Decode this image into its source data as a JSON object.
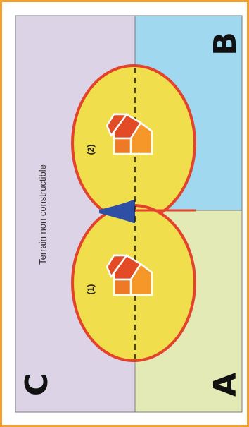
{
  "diagram": {
    "zone_labels": {
      "a": "A",
      "b": "B",
      "c": "C"
    },
    "terrain_label": "Terrain non constructible",
    "house_labels": {
      "one": "(1)",
      "two": "(2)"
    },
    "colors": {
      "frame": "#f0a030",
      "zone_a": "#e3eab5",
      "zone_b": "#9fd8ef",
      "zone_c": "#ddd3e6",
      "circle_fill": "#f1de4c",
      "circle_stroke": "#e3422c",
      "overlap": "#2e4fa3",
      "roof_red": "#e34a26",
      "wall_orange": "#f6972a"
    },
    "icons": [
      "house-icon",
      "house-icon"
    ]
  }
}
